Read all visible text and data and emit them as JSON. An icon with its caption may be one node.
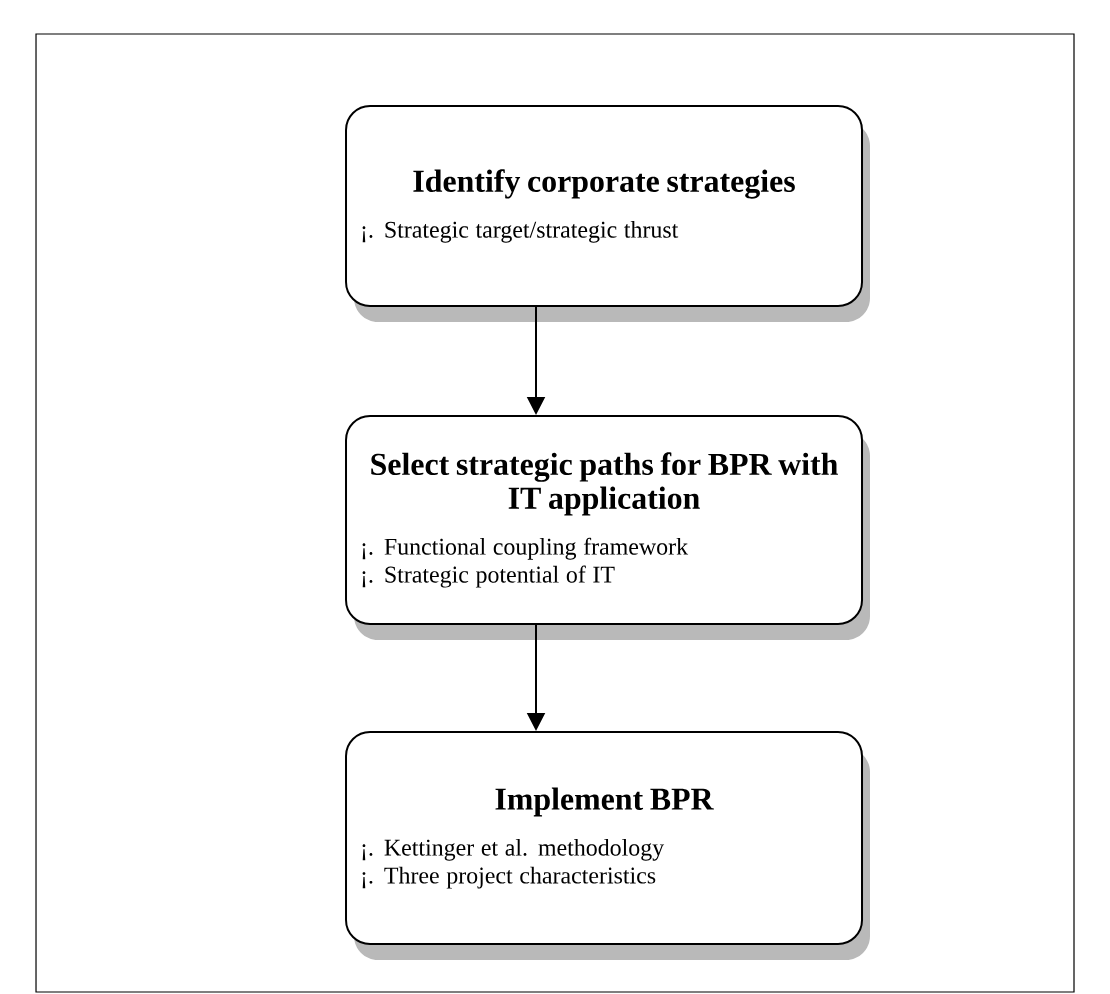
{
  "diagram": {
    "nodes": [
      {
        "text": [
          "Identify corporate strategies",
          "¡. Strategic target/strategic thrust"
        ]
      },
      {
        "text": [
          "Select strategic paths for BPR with IT application",
          "¡. Functional coupling framework",
          "¡. Strategic potential of IT"
        ]
      },
      {
        "text": [
          "Implement BPR",
          "¡. Kettinger et al. methodology",
          "¡. Three project characteristics"
        ]
      }
    ],
    "edges": [
      {
        "from": 0,
        "to": 1,
        "arrow": "to"
      },
      {
        "from": 1,
        "to": 2,
        "arrow": "to"
      }
    ]
  }
}
